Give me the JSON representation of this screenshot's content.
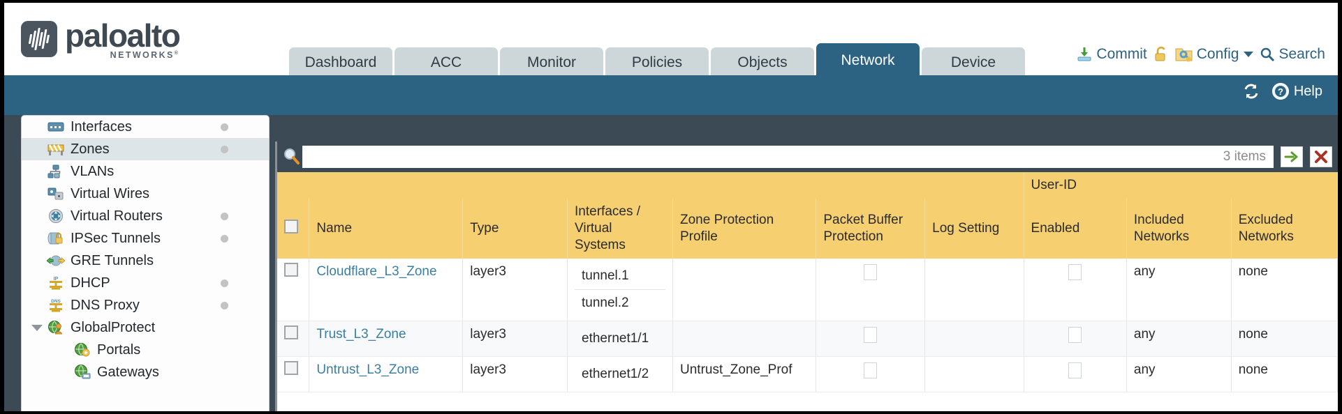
{
  "brand": {
    "name": "paloalto",
    "tagline": "NETWORKS",
    "registered": "®"
  },
  "header": {
    "tabs": [
      {
        "label": "Dashboard",
        "active": false
      },
      {
        "label": "ACC",
        "active": false
      },
      {
        "label": "Monitor",
        "active": false
      },
      {
        "label": "Policies",
        "active": false
      },
      {
        "label": "Objects",
        "active": false
      },
      {
        "label": "Network",
        "active": true
      },
      {
        "label": "Device",
        "active": false
      }
    ],
    "actions": {
      "commit": "Commit",
      "config": "Config",
      "search": "Search"
    }
  },
  "toolbar": {
    "help": "Help"
  },
  "sidebar": {
    "items": [
      {
        "label": "Interfaces",
        "icon": "interfaces-icon",
        "dot": true,
        "selected": false,
        "child": false
      },
      {
        "label": "Zones",
        "icon": "zones-icon",
        "dot": true,
        "selected": true,
        "child": false
      },
      {
        "label": "VLANs",
        "icon": "vlans-icon",
        "dot": false,
        "selected": false,
        "child": false
      },
      {
        "label": "Virtual Wires",
        "icon": "virtual-wires-icon",
        "dot": false,
        "selected": false,
        "child": false
      },
      {
        "label": "Virtual Routers",
        "icon": "virtual-routers-icon",
        "dot": true,
        "selected": false,
        "child": false
      },
      {
        "label": "IPSec Tunnels",
        "icon": "ipsec-tunnels-icon",
        "dot": true,
        "selected": false,
        "child": false
      },
      {
        "label": "GRE Tunnels",
        "icon": "gre-tunnels-icon",
        "dot": false,
        "selected": false,
        "child": false
      },
      {
        "label": "DHCP",
        "icon": "dhcp-icon",
        "dot": true,
        "selected": false,
        "child": false
      },
      {
        "label": "DNS Proxy",
        "icon": "dns-proxy-icon",
        "dot": true,
        "selected": false,
        "child": false
      },
      {
        "label": "GlobalProtect",
        "icon": "globalprotect-icon",
        "dot": false,
        "selected": false,
        "child": false,
        "caret": true
      },
      {
        "label": "Portals",
        "icon": "portals-icon",
        "dot": false,
        "selected": false,
        "child": true
      },
      {
        "label": "Gateways",
        "icon": "gateways-icon",
        "dot": false,
        "selected": false,
        "child": true
      }
    ]
  },
  "search": {
    "value": "",
    "placeholder": "",
    "items_count": "3 items"
  },
  "table": {
    "group_header": "User-ID",
    "columns": [
      "Name",
      "Type",
      "Interfaces / Virtual Systems",
      "Zone Protection Profile",
      "Packet Buffer Protection",
      "Log Setting",
      "Enabled",
      "Included Networks",
      "Excluded Networks"
    ],
    "rows": [
      {
        "name": "Cloudflare_L3_Zone",
        "type": "layer3",
        "interfaces": [
          "tunnel.1",
          "tunnel.2"
        ],
        "zone_protection_profile": "",
        "packet_buffer_protection": false,
        "log_setting": "",
        "userid_enabled": false,
        "included_networks": "any",
        "excluded_networks": "none"
      },
      {
        "name": "Trust_L3_Zone",
        "type": "layer3",
        "interfaces": [
          "ethernet1/1"
        ],
        "zone_protection_profile": "",
        "packet_buffer_protection": false,
        "log_setting": "",
        "userid_enabled": false,
        "included_networks": "any",
        "excluded_networks": "none"
      },
      {
        "name": "Untrust_L3_Zone",
        "type": "layer3",
        "interfaces": [
          "ethernet1/2"
        ],
        "zone_protection_profile": "Untrust_Zone_Prof",
        "packet_buffer_protection": false,
        "log_setting": "",
        "userid_enabled": false,
        "included_networks": "any",
        "excluded_networks": "none"
      }
    ]
  },
  "colors": {
    "header_blue": "#2d6382",
    "table_header_gold": "#f5cf70",
    "group_header_gold": "#dcaa2c",
    "link_blue": "#3a7fa0",
    "dark_slate": "#3c4a56"
  }
}
